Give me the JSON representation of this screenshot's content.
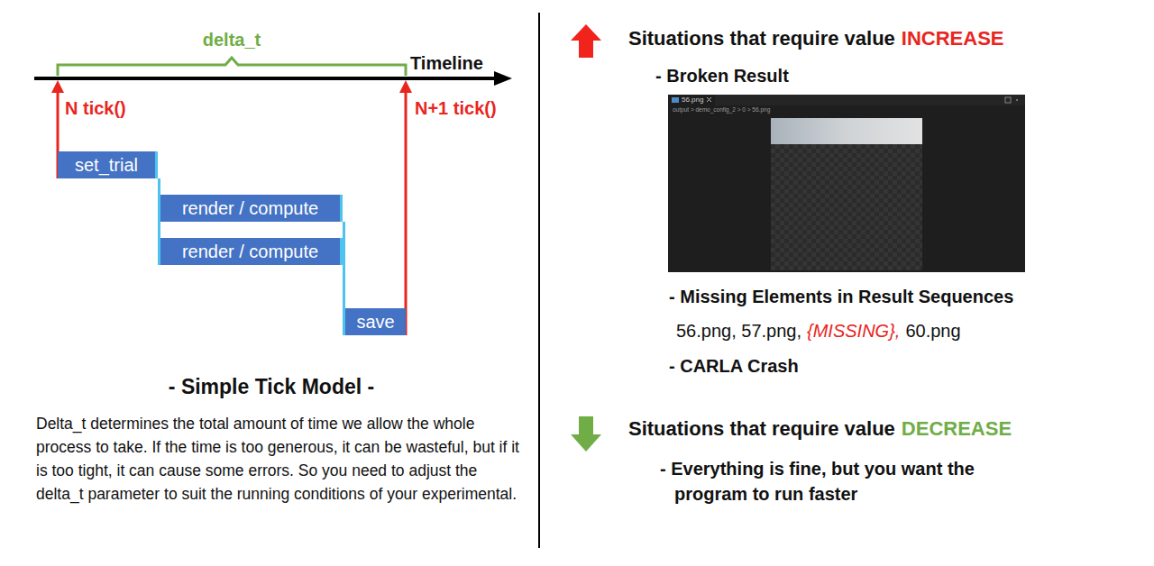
{
  "diagram": {
    "caption": "- Simple Tick Model -",
    "nodes": [
      {
        "text": [
          "set_trial"
        ]
      },
      {
        "text": [
          "render / compute"
        ]
      },
      {
        "text": [
          "render / compute"
        ]
      },
      {
        "text": [
          "save"
        ]
      }
    ],
    "edges": [
      {
        "from": 0,
        "to": 1,
        "arrow": "none"
      },
      {
        "from": 0,
        "to": 2,
        "arrow": "none"
      },
      {
        "from": 1,
        "to": 3,
        "arrow": "none"
      },
      {
        "from": 2,
        "to": 3,
        "arrow": "none"
      }
    ],
    "labels": [
      "delta_t",
      "Timeline",
      "N tick()",
      "N+1 tick()",
      "Delta_t determines the total amount of time we allow the whole process to take. If the time is too generous, it can be wasteful, but if it is too tight, it can cause some errors. So you need to adjust the delta_t parameter to suit the running conditions of your experimental.",
      "Situations that require value",
      "INCREASE",
      "- Broken Result",
      "56.png",
      "output > demo_config_2 > 0 > 56.png",
      "- Missing Elements in Result Sequences",
      "56.png, 57.png,",
      "{MISSING},",
      "60.png",
      "- CARLA Crash",
      "Situations that require value",
      "DECREASE",
      "- Everything is fine, but you want the program to run faster"
    ]
  }
}
